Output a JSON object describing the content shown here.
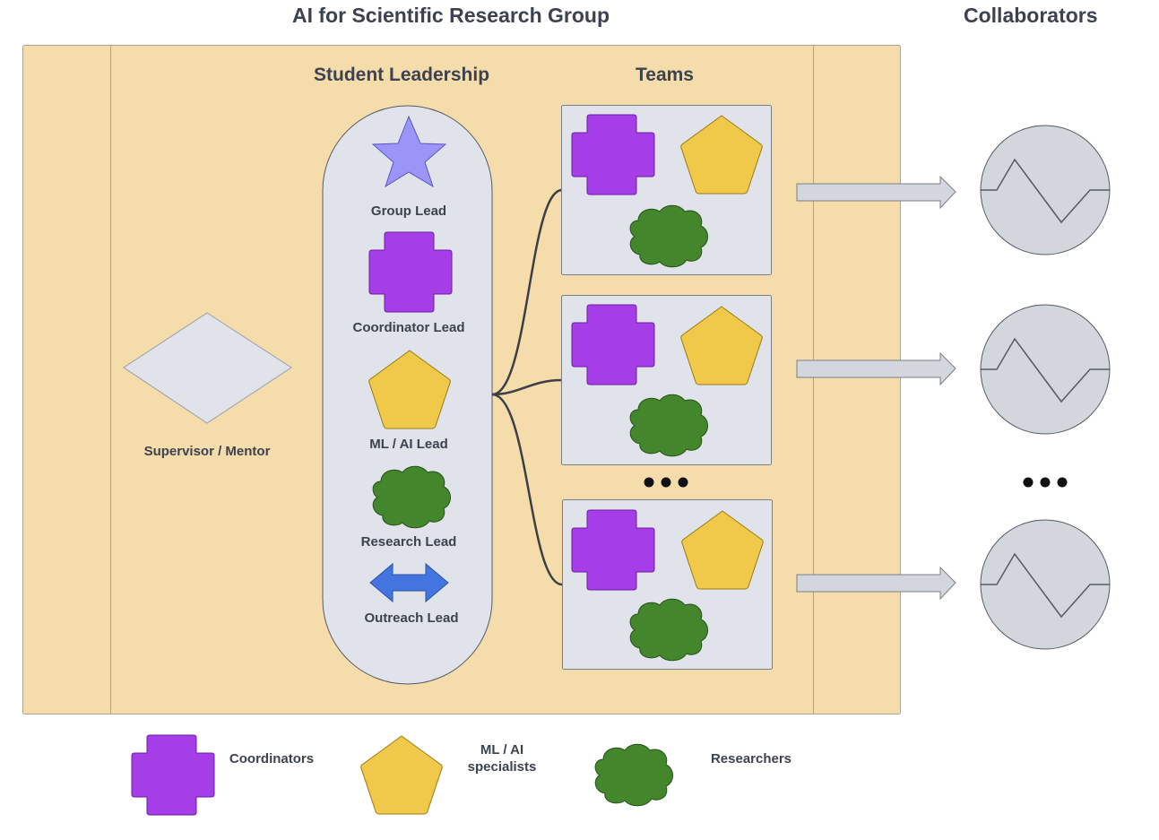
{
  "title": "AI for Scientific Research Group",
  "collaborators_title": "Collaborators",
  "student_leadership": {
    "heading": "Student Leadership",
    "roles": [
      {
        "label": "Group Lead",
        "icon": "star-icon",
        "color": "#9a95f6"
      },
      {
        "label": "Coordinator Lead",
        "icon": "cross-icon",
        "color": "#a63ee8"
      },
      {
        "label": "ML / AI Lead",
        "icon": "pentagon-icon",
        "color": "#f0c94a"
      },
      {
        "label": "Research Lead",
        "icon": "cloud-icon",
        "color": "#43862b"
      },
      {
        "label": "Outreach Lead",
        "icon": "double-arrow-icon",
        "color": "#4474e0"
      }
    ]
  },
  "supervisor": {
    "label": "Supervisor / Mentor",
    "icon": "diamond-icon"
  },
  "teams": {
    "heading": "Teams"
  },
  "legend": [
    {
      "label": "Coordinators",
      "icon": "cross-icon"
    },
    {
      "label": "ML / AI specialists",
      "icon": "pentagon-icon"
    },
    {
      "label": "Researchers",
      "icon": "cloud-icon"
    }
  ],
  "colors": {
    "background_band": "#f5dcab",
    "panel": "#e0e3e9",
    "coordinator": "#a63ee8",
    "ml_ai": "#f0c94a",
    "researcher": "#43862b",
    "group_lead": "#9a95f6",
    "outreach": "#4474e0",
    "collaborator": "#d3d6dd"
  }
}
